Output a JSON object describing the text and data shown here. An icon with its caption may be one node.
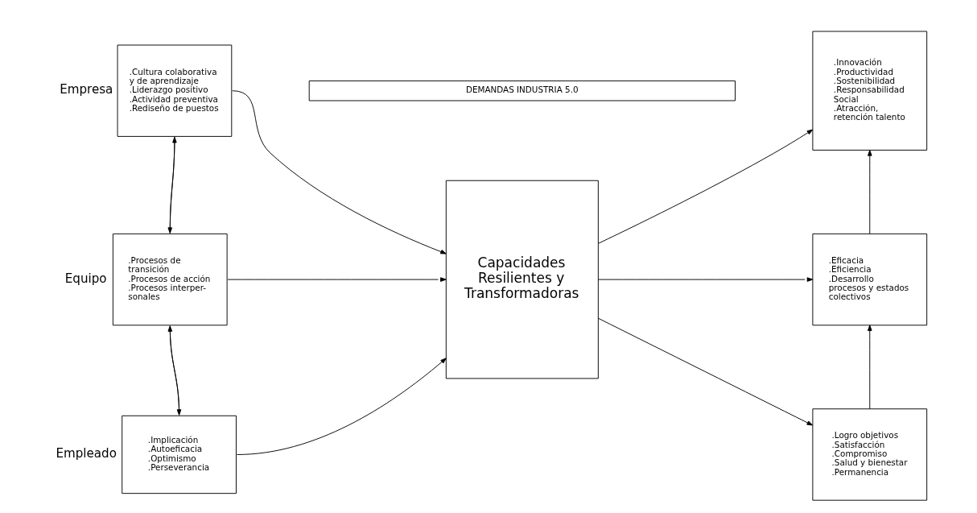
{
  "diagram": {
    "nodes": [
      {
        "text": [
          "DEMANDAS INDUSTRIA 5.0"
        ]
      },
      {
        "text": [
          ".Cultura colaborativa y de aprendizaje",
          ".Liderazgo positivo",
          ".Actividad preventiva",
          ".Rediseño de puestos"
        ],
        "beside": [
          "Empresa"
        ]
      },
      {
        "text": [
          ".Procesos de transición",
          ".Procesos de acción",
          ".Procesos interper- sonales"
        ],
        "beside": [
          "Equipo"
        ]
      },
      {
        "text": [
          ".Implicación",
          ".Autoeficacia",
          ".Optimismo",
          ".Perseverancia"
        ],
        "beside": [
          "Empleado"
        ]
      },
      {
        "text": [
          "Capacidades Resilientes y Transformadoras"
        ]
      },
      {
        "text": [
          ".Innovación",
          ".Productividad",
          ".Sostenibilidad",
          ".Responsabilidad Social",
          ".Atracción, retención talento"
        ]
      },
      {
        "text": [
          ".Eficacia",
          ".Eficiencia",
          ".Desarrollo procesos y estados colectivos"
        ]
      },
      {
        "text": [
          ".Logro objetivos",
          ".Satisfacción",
          ".Compromiso",
          ".Salud y bienestar",
          ".Permanencia"
        ]
      }
    ],
    "edges": [
      {
        "from": 1,
        "to": 2,
        "arrow": "to"
      },
      {
        "from": 2,
        "to": 1,
        "arrow": "to"
      },
      {
        "from": 2,
        "to": 3,
        "arrow": "to"
      },
      {
        "from": 3,
        "to": 2,
        "arrow": "to"
      },
      {
        "from": 1,
        "to": 4,
        "arrow": "to"
      },
      {
        "from": 2,
        "to": 4,
        "arrow": "to"
      },
      {
        "from": 3,
        "to": 4,
        "arrow": "to"
      },
      {
        "from": 4,
        "to": 5,
        "arrow": "to"
      },
      {
        "from": 4,
        "to": 6,
        "arrow": "to"
      },
      {
        "from": 4,
        "to": 7,
        "arrow": "to"
      },
      {
        "from": 7,
        "to": 6,
        "arrow": "to"
      },
      {
        "from": 6,
        "to": 5,
        "arrow": "to"
      }
    ]
  }
}
